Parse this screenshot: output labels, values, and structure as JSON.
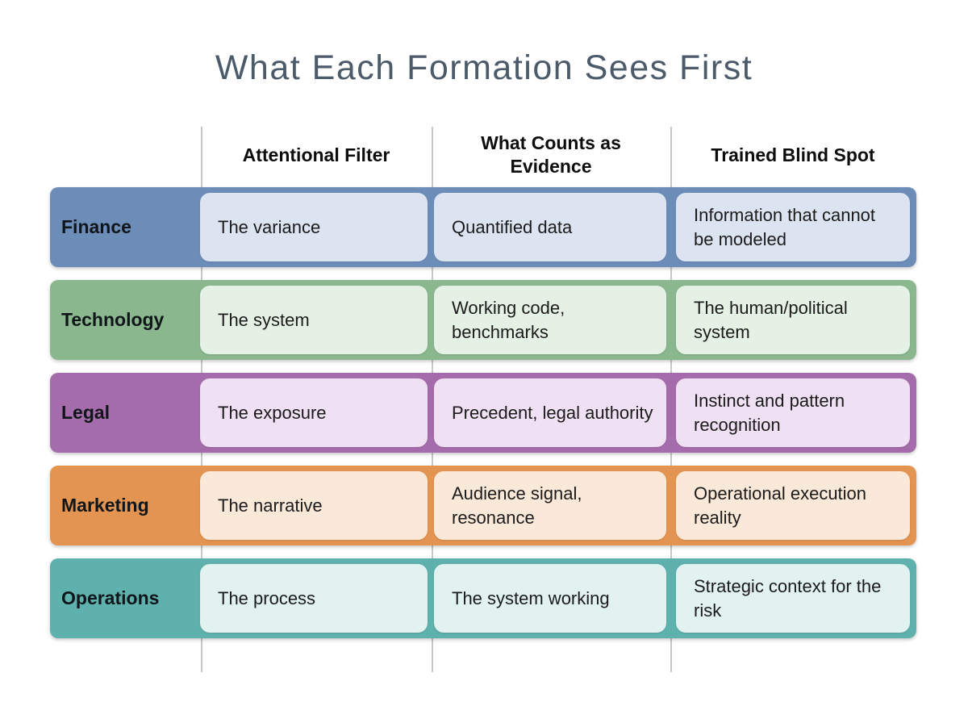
{
  "title": "What Each Formation Sees First",
  "columns": [
    {
      "label": "Attentional Filter"
    },
    {
      "label": "What Counts as Evidence"
    },
    {
      "label": "Trained Blind Spot"
    }
  ],
  "rows": [
    {
      "label": "Finance",
      "band_color": "#6d8db9",
      "cell_color": "#dde4f1",
      "attentional_filter": "The variance",
      "what_counts_as_evidence": "Quantified data",
      "trained_blind_spot": "Information that cannot be modeled"
    },
    {
      "label": "Technology",
      "band_color": "#8ab78e",
      "cell_color": "#e5f1e5",
      "attentional_filter": "The system",
      "what_counts_as_evidence": "Working code, benchmarks",
      "trained_blind_spot": "The human/political system"
    },
    {
      "label": "Legal",
      "band_color": "#a56cab",
      "cell_color": "#efe0f3",
      "attentional_filter": "The exposure",
      "what_counts_as_evidence": "Precedent, legal authority",
      "trained_blind_spot": "Instinct and pattern recognition"
    },
    {
      "label": "Marketing",
      "band_color": "#e39450",
      "cell_color": "#fae9d9",
      "attentional_filter": "The narrative",
      "what_counts_as_evidence": "Audience signal, resonance",
      "trained_blind_spot": "Operational execution reality"
    },
    {
      "label": "Operations",
      "band_color": "#5fb1ae",
      "cell_color": "#e1f2f0",
      "attentional_filter": "The process",
      "what_counts_as_evidence": "The system working",
      "trained_blind_spot": "Strategic context for the risk"
    }
  ],
  "guide_line_color": "#c7c7c7",
  "title_color": "#4c5b6a"
}
